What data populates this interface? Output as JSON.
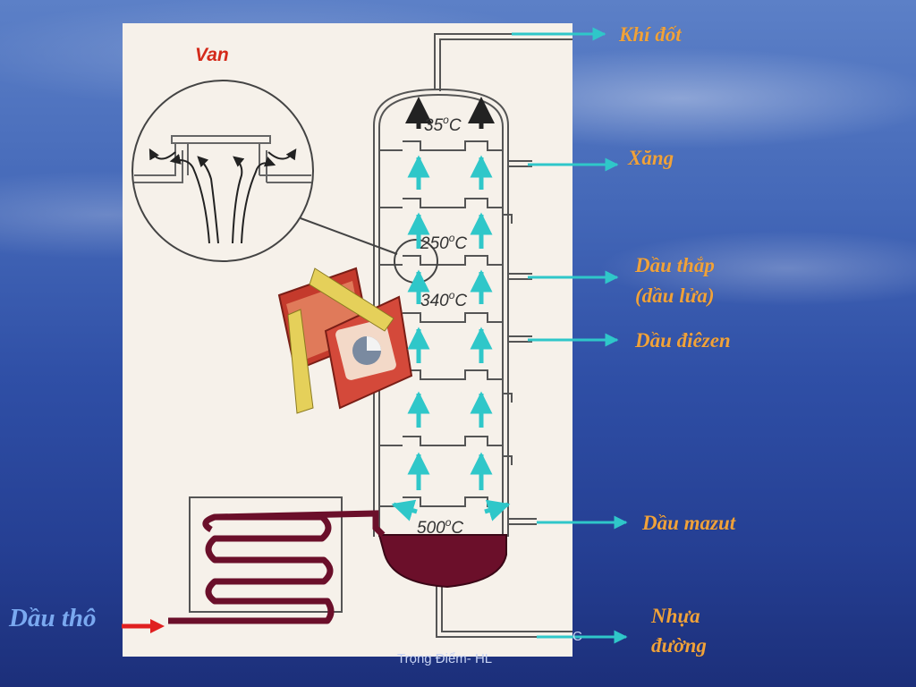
{
  "valve_label": "Van",
  "crude_label": "Dầu thô",
  "products": {
    "gas": "Khí đốt",
    "gasoline": "Xăng",
    "kerosene_line1": "Dầu thắp",
    "kerosene_line2": "(dầu lửa)",
    "diesel": "Dầu điêzen",
    "mazut": "Dầu mazut",
    "asphalt_line1": "Nhựa",
    "asphalt_line2": "đường"
  },
  "temperatures": {
    "top": "35",
    "upper": "250",
    "middle": "340",
    "bottom": "500",
    "unit_sup": "o",
    "unit": "C"
  },
  "footer": {
    "text": "Trọng Điểm- HL",
    "fragment": "C"
  },
  "colors": {
    "label": "#f0a23a",
    "valve_label": "#d42a1a",
    "crude_label": "#7aa9f0",
    "flow_arrow": "#2fc7c9",
    "crude_oil": "#6b0f2a",
    "heat_arrow": "#e02020"
  }
}
